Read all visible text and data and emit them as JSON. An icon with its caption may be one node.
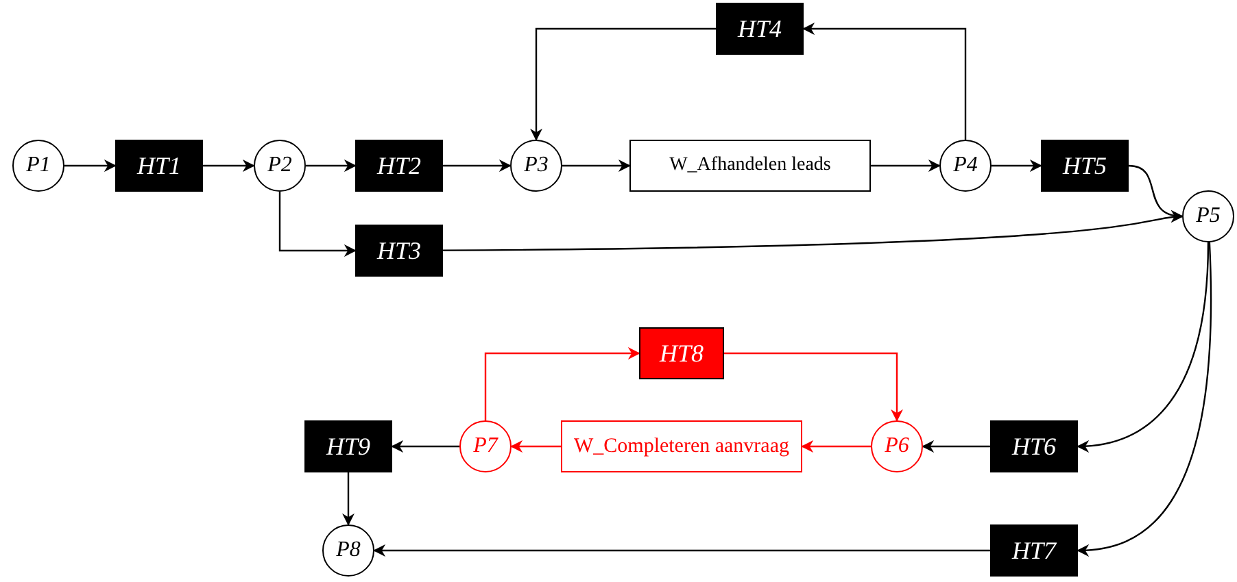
{
  "diagram": {
    "nodes": [
      {
        "text": [
          "HT4"
        ]
      },
      {
        "text": [
          "P1"
        ]
      },
      {
        "text": [
          "HT1"
        ]
      },
      {
        "text": [
          "P2"
        ]
      },
      {
        "text": [
          "HT2"
        ]
      },
      {
        "text": [
          "P3"
        ]
      },
      {
        "text": [
          "W_Afhandelen leads"
        ]
      },
      {
        "text": [
          "P4"
        ]
      },
      {
        "text": [
          "HT5"
        ]
      },
      {
        "text": [
          "P5"
        ]
      },
      {
        "text": [
          "HT3"
        ]
      },
      {
        "text": [
          "HT8"
        ]
      },
      {
        "text": [
          "HT9"
        ]
      },
      {
        "text": [
          "P7"
        ]
      },
      {
        "text": [
          "W_Completeren aanvraag"
        ]
      },
      {
        "text": [
          "P6"
        ]
      },
      {
        "text": [
          "HT6"
        ]
      },
      {
        "text": [
          "P8"
        ]
      },
      {
        "text": [
          "HT7"
        ]
      }
    ],
    "edges": [
      {
        "from": 1,
        "to": 2,
        "arrow": "to"
      },
      {
        "from": 2,
        "to": 3,
        "arrow": "to"
      },
      {
        "from": 3,
        "to": 4,
        "arrow": "to"
      },
      {
        "from": 4,
        "to": 5,
        "arrow": "to"
      },
      {
        "from": 5,
        "to": 6,
        "arrow": "to"
      },
      {
        "from": 6,
        "to": 7,
        "arrow": "to"
      },
      {
        "from": 7,
        "to": 8,
        "arrow": "to"
      },
      {
        "from": 7,
        "to": 0,
        "arrow": "to"
      },
      {
        "from": 0,
        "to": 5,
        "arrow": "to"
      },
      {
        "from": 3,
        "to": 10,
        "arrow": "to"
      },
      {
        "from": 8,
        "to": 9,
        "arrow": "to"
      },
      {
        "from": 10,
        "to": 9,
        "arrow": "to"
      },
      {
        "from": 9,
        "to": 16,
        "arrow": "to"
      },
      {
        "from": 9,
        "to": 18,
        "arrow": "to"
      },
      {
        "from": 16,
        "to": 15,
        "arrow": "to"
      },
      {
        "from": 15,
        "to": 14,
        "arrow": "to",
        "color": "#ff0000"
      },
      {
        "from": 14,
        "to": 13,
        "arrow": "to",
        "color": "#ff0000"
      },
      {
        "from": 13,
        "to": 11,
        "arrow": "to",
        "color": "#ff0000"
      },
      {
        "from": 11,
        "to": 15,
        "arrow": "to",
        "color": "#ff0000"
      },
      {
        "from": 13,
        "to": 12,
        "arrow": "to"
      },
      {
        "from": 12,
        "to": 17,
        "arrow": "to"
      },
      {
        "from": 18,
        "to": 17,
        "arrow": "to"
      }
    ]
  }
}
